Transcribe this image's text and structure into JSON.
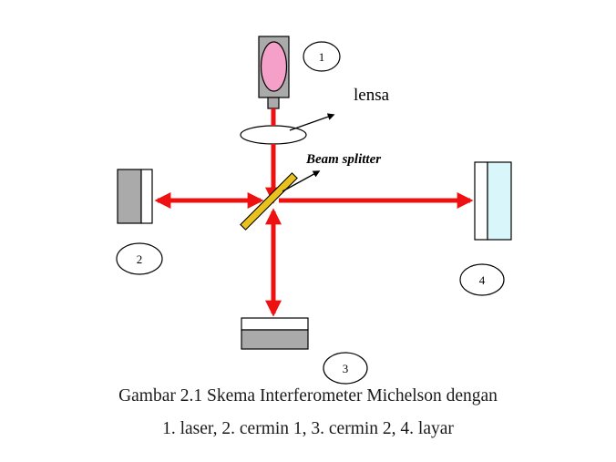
{
  "diagram": {
    "labels": {
      "lens": "lensa",
      "beam_splitter": "Beam splitter"
    },
    "markers": {
      "laser": "1",
      "mirror_1": "2",
      "mirror_2": "3",
      "screen": "4"
    },
    "colors": {
      "laser_beam": "#ee1111",
      "laser_body": "#aaaaaa",
      "laser_bulb": "#f5a0c8",
      "mirror_gray": "#aaaaaa",
      "screen_fill": "#d9f7fb",
      "beam_splitter": "#e8c020"
    }
  },
  "caption": {
    "line1": "Gambar 2.1 Skema Interferometer Michelson dengan",
    "line2": "1. laser, 2. cermin 1, 3. cermin 2, 4. layar"
  }
}
